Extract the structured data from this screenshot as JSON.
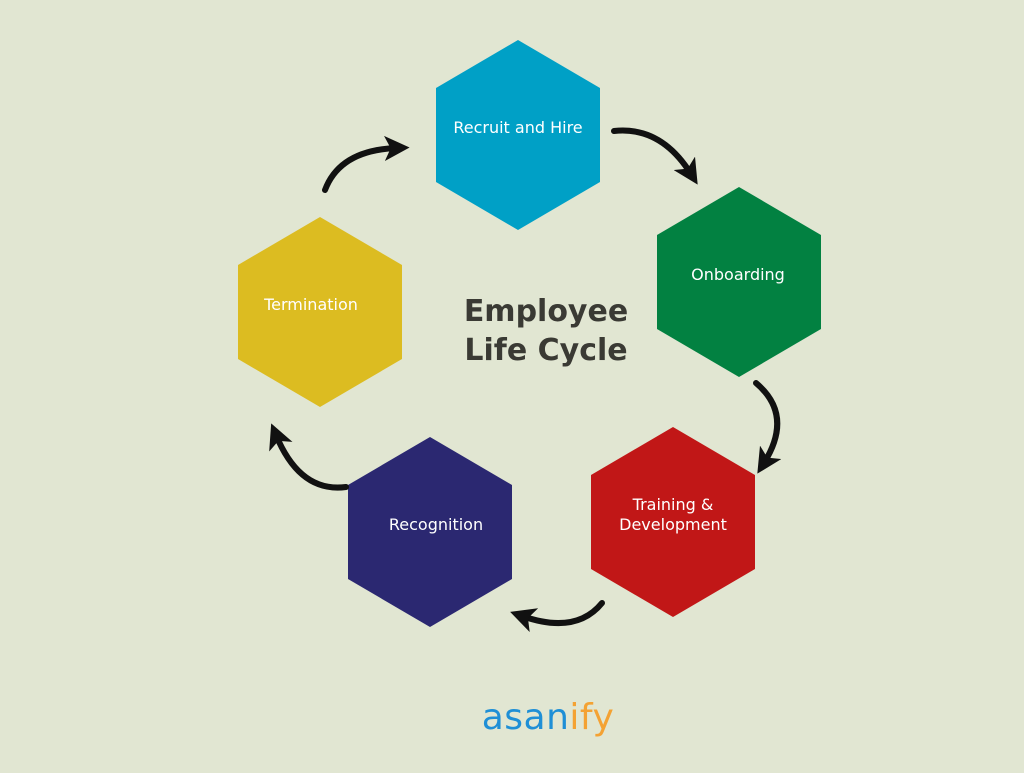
{
  "title": {
    "line1": "Employee",
    "line2": "Life Cycle"
  },
  "stages": [
    {
      "label": [
        "Recruit and Hire"
      ],
      "color": "#00a0c6"
    },
    {
      "label": [
        "Onboarding"
      ],
      "color": "#028141"
    },
    {
      "label": [
        "Training &",
        "Development"
      ],
      "color": "#c11717"
    },
    {
      "label": [
        "Recognition"
      ],
      "color": "#2b2871"
    },
    {
      "label": [
        "Termination"
      ],
      "color": "#dcbc21"
    }
  ],
  "brand": {
    "part1": "asan",
    "part2": "ify",
    "color1": "#1f8fd6",
    "color2": "#f4a233"
  },
  "colors": {
    "background": "#e1e6d2",
    "arrow": "#111111",
    "stage_text": "#ffffff"
  }
}
